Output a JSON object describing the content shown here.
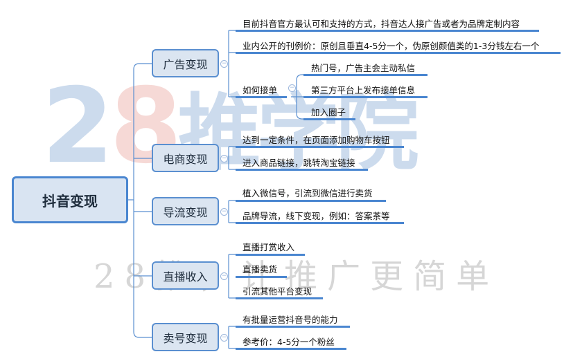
{
  "watermark": {
    "logo": "28推学院",
    "slogan": "28推，让推广更简单"
  },
  "colors": {
    "accent": "#4a86d0",
    "node_fill": "#dbe5f1"
  },
  "root": {
    "label": "抖音变现"
  },
  "branches": [
    {
      "label": "广告变现",
      "children": [
        {
          "label": "目前抖音官方最认可和支持的方式，抖音达人接广告或者为品牌定制内容"
        },
        {
          "label": "业内公开的刊例价：原创且垂直4-5分一个，伪原创颜值类的1-3分钱左右一个"
        },
        {
          "label": "如何接单",
          "children": [
            {
              "label": "热门号，广告主会主动私信"
            },
            {
              "label": "第三方平台上发布接单信息"
            },
            {
              "label": "加入圈子"
            }
          ]
        }
      ]
    },
    {
      "label": "电商变现",
      "children": [
        {
          "label": "达到一定条件，在页面添加购物车按钮"
        },
        {
          "label": "进入商品链接，跳转淘宝链接"
        }
      ]
    },
    {
      "label": "导流变现",
      "children": [
        {
          "label": "植入微信号，引流到微信进行卖货"
        },
        {
          "label": "品牌导流，线下变现，例如：答案茶等"
        }
      ]
    },
    {
      "label": "直播收入",
      "children": [
        {
          "label": "直播打赏收入"
        },
        {
          "label": "直播卖货"
        },
        {
          "label": "引流其他平台变现"
        }
      ]
    },
    {
      "label": "卖号变现",
      "children": [
        {
          "label": "有批量运营抖音号的能力"
        },
        {
          "label": "参考价：4-5分一个粉丝"
        }
      ]
    }
  ]
}
